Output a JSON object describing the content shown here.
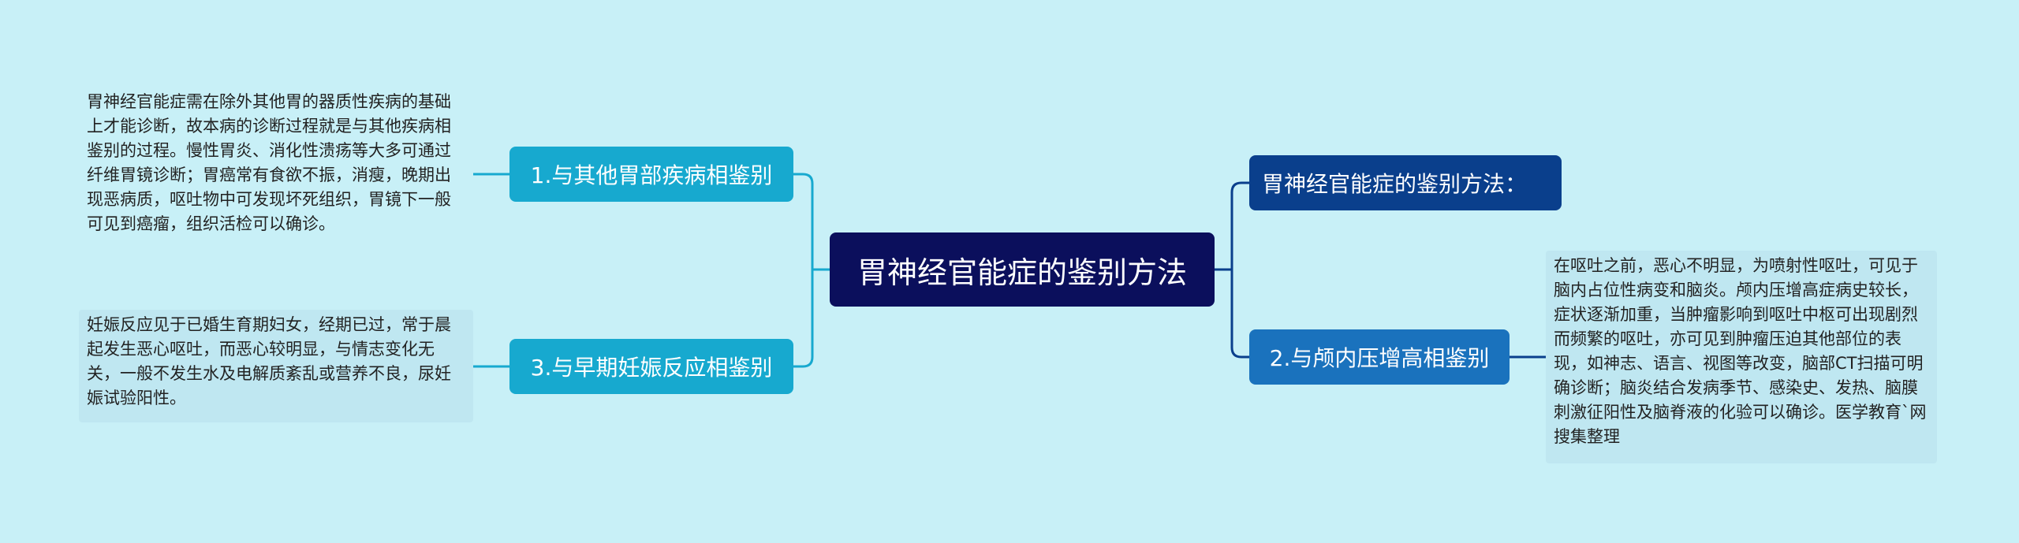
{
  "mindmap": {
    "root": {
      "label": "胃神经官能症的鉴别方法"
    },
    "branches": {
      "b0": {
        "label": "胃神经官能症的鉴别方法："
      },
      "b1": {
        "label": "1.与其他胃部疾病相鉴别",
        "note": "胃神经官能症需在除外其他胃的器质性疾病的基础上才能诊断，故本病的诊断过程就是与其他疾病相鉴别的过程。慢性胃炎、消化性溃疡等大多可通过纤维胃镜诊断；胃癌常有食欲不振，消瘦，晚期出现恶病质，呕吐物中可发现坏死组织，胃镜下一般可见到癌瘤，组织活检可以确诊。"
      },
      "b2": {
        "label": "2.与颅内压增高相鉴别",
        "note": "在呕吐之前，恶心不明显，为喷射性呕吐，可见于脑内占位性病变和脑炎。颅内压增高症病史较长，症状逐渐加重，当肿瘤影响到呕吐中枢可出现剧烈而频繁的呕吐，亦可见到肿瘤压迫其他部位的表现，如神志、语言、视图等改变，脑部CT扫描可明确诊断；脑炎结合发病季节、感染史、发热、脑膜刺激征阳性及脑脊液的化验可以确诊。医学教育`网搜集整理"
      },
      "b3": {
        "label": "3.与早期妊娠反应相鉴别",
        "note": "妊娠反应见于已婚生育期妇女，经期已过，常于晨起发生恶心呕吐，而恶心较明显，与情志变化无关，一般不发生水及电解质紊乱或营养不良，尿妊娠试验阳性。"
      }
    },
    "colors": {
      "background": "#c8f0f7",
      "root": "#0b0f5c",
      "left_branch": "#17a9cf",
      "right_branch_top": "#0a3f8c",
      "right_branch_bottom": "#1a72bd",
      "connector_left": "#17a9cf",
      "connector_right": "#0a3f8c"
    }
  }
}
